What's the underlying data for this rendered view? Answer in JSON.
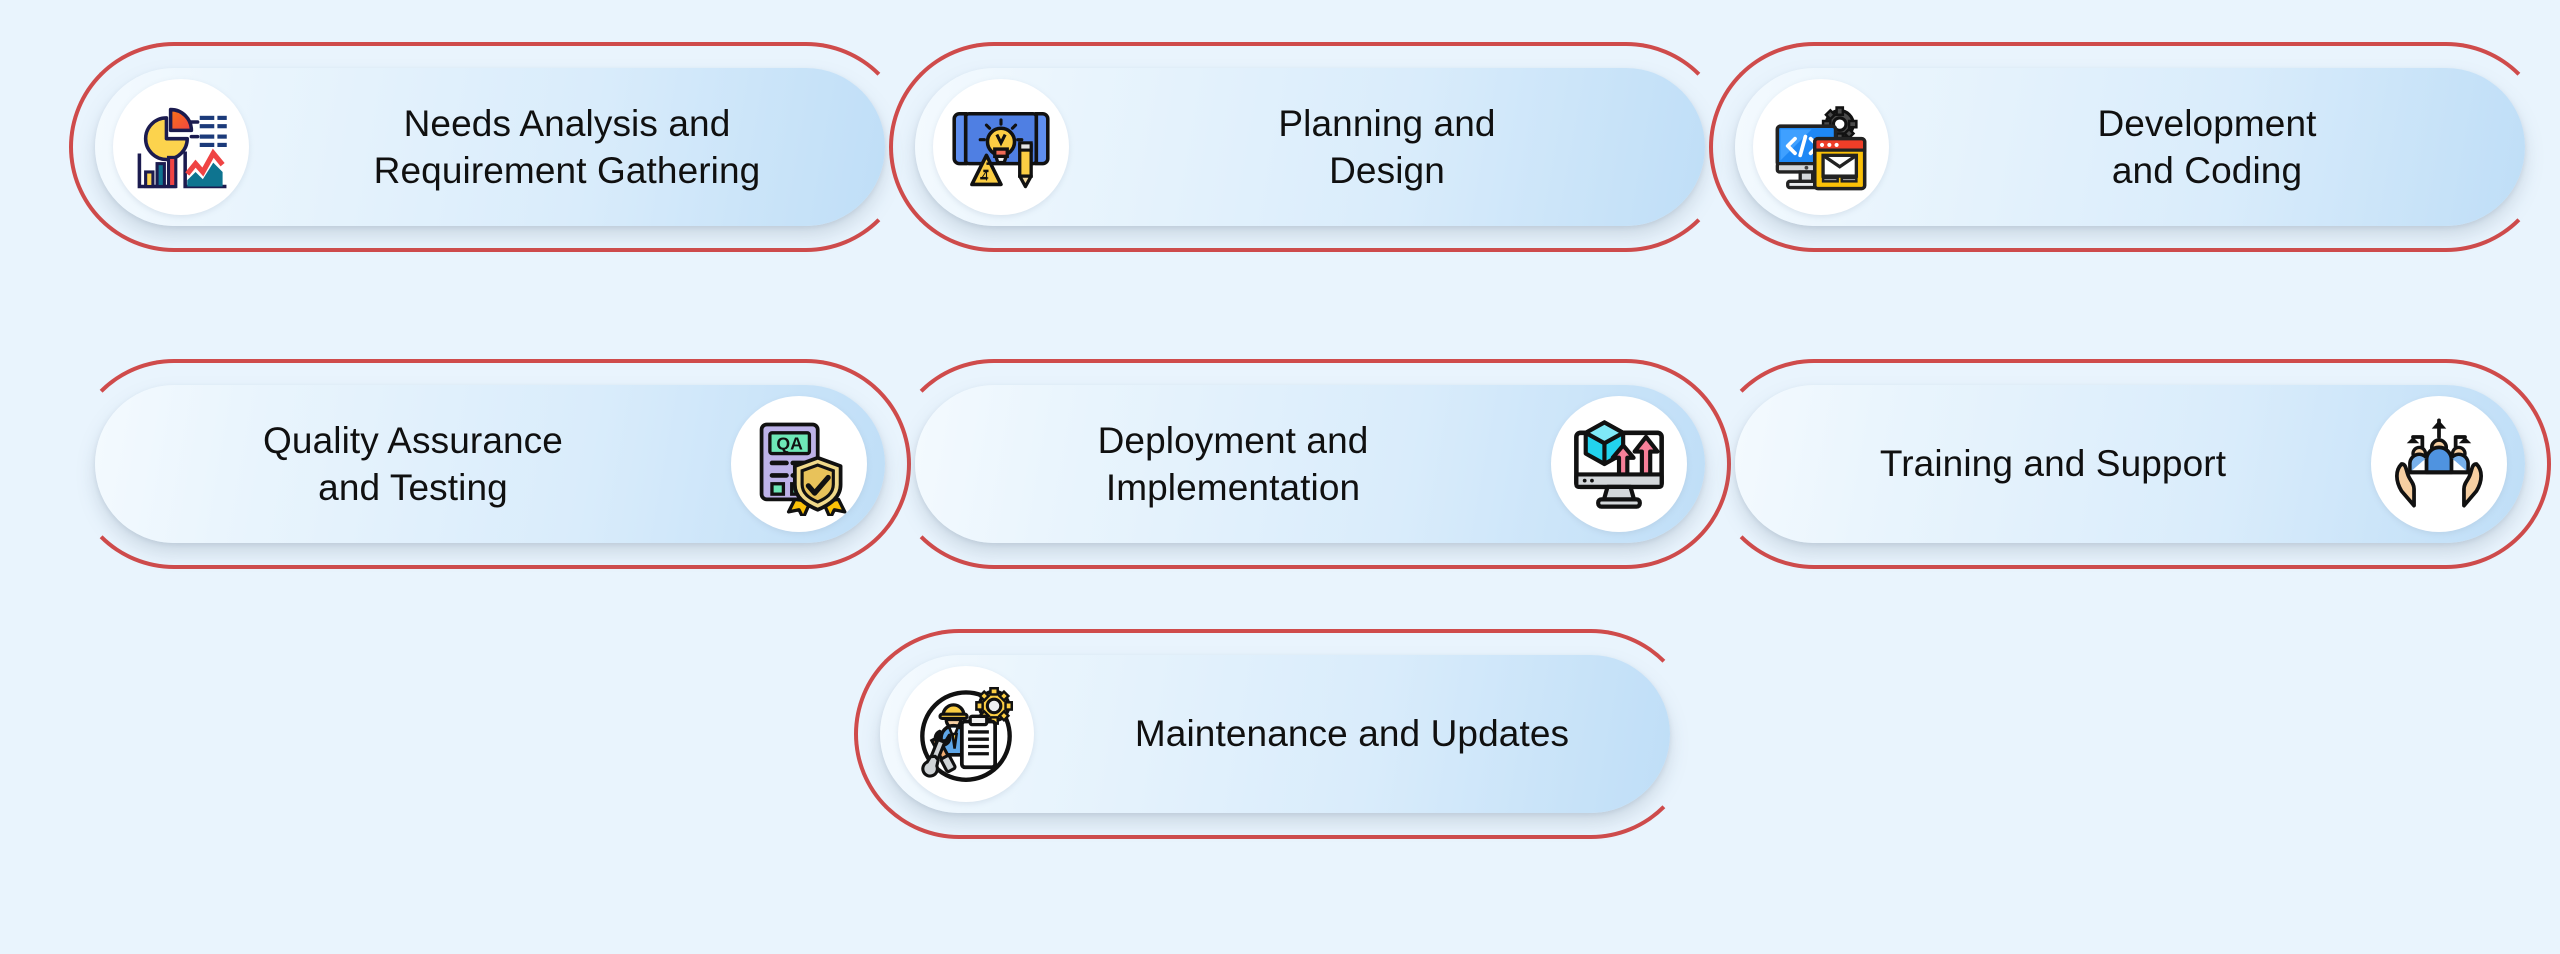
{
  "background_color": "#e9f4fd",
  "accent_color": "#cf4b4b",
  "card_gradient_from": "#f4fafe",
  "card_gradient_to": "#bfdef7",
  "badge_color": "#ffffff",
  "text_color": "#101010",
  "rows": [
    {
      "id": "row-1",
      "icon_side": "left",
      "arc_open": "right",
      "cards": [
        {
          "id": "needs-analysis",
          "label": "Needs Analysis and\nRequirement Gathering",
          "icon": "data-analysis-icon"
        },
        {
          "id": "planning-design",
          "label": "Planning and\nDesign",
          "icon": "blueprint-idea-icon"
        },
        {
          "id": "development",
          "label": "Development\nand Coding",
          "icon": "code-monitor-icon"
        }
      ]
    },
    {
      "id": "row-2",
      "icon_side": "right",
      "arc_open": "left",
      "cards": [
        {
          "id": "quality-assurance",
          "label": "Quality Assurance\nand Testing",
          "icon": "qa-certificate-icon"
        },
        {
          "id": "deployment",
          "label": "Deployment and\nImplementation",
          "icon": "deploy-monitor-icon"
        },
        {
          "id": "training-support",
          "label": "Training and Support",
          "icon": "hands-people-icon"
        }
      ]
    },
    {
      "id": "row-3",
      "icon_side": "left",
      "arc_open": "right",
      "cards": [
        {
          "id": "maintenance",
          "label": "Maintenance and Updates",
          "icon": "maintenance-worker-icon"
        }
      ]
    }
  ]
}
